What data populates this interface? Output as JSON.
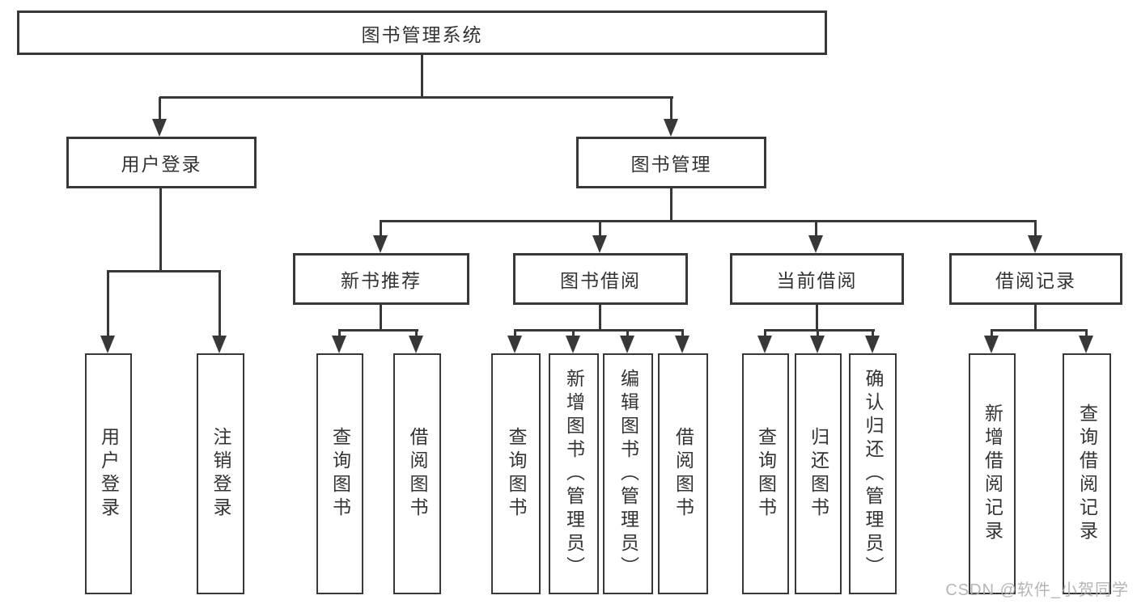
{
  "diagram_title": "图书管理系统",
  "tree": {
    "label": "图书管理系统",
    "children": [
      {
        "label": "用户登录",
        "children": [
          {
            "label": "用户登录"
          },
          {
            "label": "注销登录"
          }
        ]
      },
      {
        "label": "图书管理",
        "children": [
          {
            "label": "新书推荐",
            "children": [
              {
                "label": "查询图书"
              },
              {
                "label": "借阅图书"
              }
            ]
          },
          {
            "label": "图书借阅",
            "children": [
              {
                "label": "查询图书"
              },
              {
                "label": "新增图书（管理员）"
              },
              {
                "label": "编辑图书（管理员）"
              },
              {
                "label": "借阅图书"
              }
            ]
          },
          {
            "label": "当前借阅",
            "children": [
              {
                "label": "查询图书"
              },
              {
                "label": "归还图书"
              },
              {
                "label": "确认归还（管理员）"
              }
            ]
          },
          {
            "label": "借阅记录",
            "children": [
              {
                "label": "新增借阅记录"
              },
              {
                "label": "查询借阅记录"
              }
            ]
          }
        ]
      }
    ]
  },
  "watermark": {
    "text": "CSDN @软件_小贺同学"
  },
  "colors": {
    "line": "#383838",
    "text": "#333333",
    "watermark": "#aeaeae",
    "background": "#ffffff"
  }
}
